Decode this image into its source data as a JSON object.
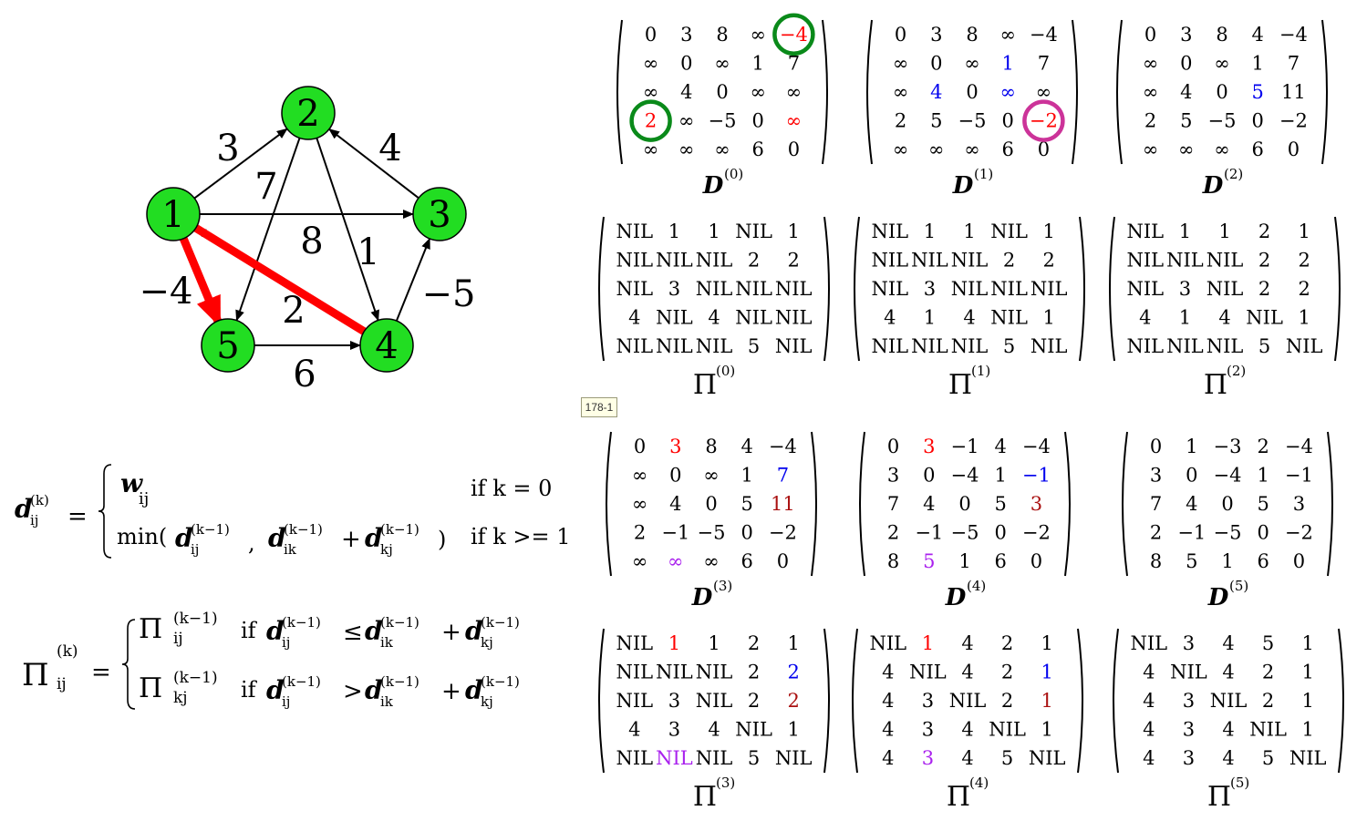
{
  "graph": {
    "nodes": [
      {
        "id": "1",
        "label": "1"
      },
      {
        "id": "2",
        "label": "2"
      },
      {
        "id": "3",
        "label": "3"
      },
      {
        "id": "4",
        "label": "4"
      },
      {
        "id": "5",
        "label": "5"
      }
    ],
    "edges": [
      {
        "from": "1",
        "to": "2",
        "weight": "3"
      },
      {
        "from": "3",
        "to": "2",
        "weight": "4"
      },
      {
        "from": "1",
        "to": "3",
        "weight": "8"
      },
      {
        "from": "2",
        "to": "5",
        "weight": "7"
      },
      {
        "from": "2",
        "to": "4",
        "weight": "1"
      },
      {
        "from": "1",
        "to": "5",
        "weight": "−4"
      },
      {
        "from": "4",
        "to": "3",
        "weight": "−5"
      },
      {
        "from": "4",
        "to": "1",
        "weight": "2"
      },
      {
        "from": "5",
        "to": "4",
        "weight": "6"
      }
    ],
    "highlight_path": [
      "4",
      "1",
      "5"
    ],
    "colors": {
      "node_fill": "#22dd22",
      "node_stroke": "#000000",
      "highlight": "#ff0000"
    }
  },
  "tooltip": {
    "text": "178-1"
  },
  "formulas": {
    "d": {
      "lhs": "d",
      "lhs_sub": "ij",
      "lhs_sup": "(k)",
      "case1_expr": "w",
      "case1_sub": "ij",
      "case1_cond": "if k = 0",
      "case2_text": "min(",
      "case2_cond": "if k >= 1",
      "km1": "(k−1)",
      "sub_ij": "ij",
      "sub_ik": "ik",
      "sub_kj": "kj",
      "comma": ",",
      "plus": "+",
      "close": ")"
    },
    "pi": {
      "lhs": "Π",
      "lhs_sub": "ij",
      "lhs_sup": "(k)",
      "if": "if",
      "le": "≤",
      "gt": ">",
      "plus": "+",
      "km1": "(k−1)",
      "sub_ij": "ij",
      "sub_ik": "ik",
      "sub_kj": "kj",
      "sub_kj2": "kj"
    }
  },
  "matrices": [
    {
      "name": "D",
      "sup": "(0)",
      "kind": "D",
      "rows": [
        [
          "0",
          "3",
          "8",
          "∞",
          "−4"
        ],
        [
          "∞",
          "0",
          "∞",
          "1",
          "7"
        ],
        [
          "∞",
          "4",
          "0",
          "∞",
          "∞"
        ],
        [
          "2",
          "∞",
          "−5",
          "0",
          "∞"
        ],
        [
          "∞",
          "∞",
          "∞",
          "6",
          "0"
        ]
      ],
      "colored": [
        {
          "r": 0,
          "c": 4,
          "color": "#ff0000"
        },
        {
          "r": 3,
          "c": 0,
          "color": "#ff0000"
        },
        {
          "r": 3,
          "c": 4,
          "color": "#ff0000"
        }
      ],
      "circles": [
        {
          "r": 0,
          "c": 4,
          "color": "#0a8a1a"
        },
        {
          "r": 3,
          "c": 0,
          "color": "#0a8a1a"
        }
      ]
    },
    {
      "name": "D",
      "sup": "(1)",
      "kind": "D",
      "rows": [
        [
          "0",
          "3",
          "8",
          "∞",
          "−4"
        ],
        [
          "∞",
          "0",
          "∞",
          "1",
          "7"
        ],
        [
          "∞",
          "4",
          "0",
          "∞",
          "∞"
        ],
        [
          "2",
          "5",
          "−5",
          "0",
          "−2"
        ],
        [
          "∞",
          "∞",
          "∞",
          "6",
          "0"
        ]
      ],
      "colored": [
        {
          "r": 1,
          "c": 3,
          "color": "#0000ee"
        },
        {
          "r": 2,
          "c": 1,
          "color": "#0000ee"
        },
        {
          "r": 2,
          "c": 3,
          "color": "#0000ee"
        },
        {
          "r": 3,
          "c": 4,
          "color": "#ff0000"
        }
      ],
      "circles": [
        {
          "r": 3,
          "c": 4,
          "color": "#cc3399"
        }
      ]
    },
    {
      "name": "D",
      "sup": "(2)",
      "kind": "D",
      "rows": [
        [
          "0",
          "3",
          "8",
          "4",
          "−4"
        ],
        [
          "∞",
          "0",
          "∞",
          "1",
          "7"
        ],
        [
          "∞",
          "4",
          "0",
          "5",
          "11"
        ],
        [
          "2",
          "5",
          "−5",
          "0",
          "−2"
        ],
        [
          "∞",
          "∞",
          "∞",
          "6",
          "0"
        ]
      ],
      "colored": [
        {
          "r": 2,
          "c": 3,
          "color": "#0000ee"
        }
      ],
      "circles": []
    },
    {
      "name": "Π",
      "sup": "(0)",
      "kind": "P",
      "rows": [
        [
          "NIL",
          "1",
          "1",
          "NIL",
          "1"
        ],
        [
          "NIL",
          "NIL",
          "NIL",
          "2",
          "2"
        ],
        [
          "NIL",
          "3",
          "NIL",
          "NIL",
          "NIL"
        ],
        [
          "4",
          "NIL",
          "4",
          "NIL",
          "NIL"
        ],
        [
          "NIL",
          "NIL",
          "NIL",
          "5",
          "NIL"
        ]
      ],
      "colored": [],
      "circles": []
    },
    {
      "name": "Π",
      "sup": "(1)",
      "kind": "P",
      "rows": [
        [
          "NIL",
          "1",
          "1",
          "NIL",
          "1"
        ],
        [
          "NIL",
          "NIL",
          "NIL",
          "2",
          "2"
        ],
        [
          "NIL",
          "3",
          "NIL",
          "NIL",
          "NIL"
        ],
        [
          "4",
          "1",
          "4",
          "NIL",
          "1"
        ],
        [
          "NIL",
          "NIL",
          "NIL",
          "5",
          "NIL"
        ]
      ],
      "colored": [],
      "circles": []
    },
    {
      "name": "Π",
      "sup": "(2)",
      "kind": "P",
      "rows": [
        [
          "NIL",
          "1",
          "1",
          "2",
          "1"
        ],
        [
          "NIL",
          "NIL",
          "NIL",
          "2",
          "2"
        ],
        [
          "NIL",
          "3",
          "NIL",
          "2",
          "2"
        ],
        [
          "4",
          "1",
          "4",
          "NIL",
          "1"
        ],
        [
          "NIL",
          "NIL",
          "NIL",
          "5",
          "NIL"
        ]
      ],
      "colored": [],
      "circles": []
    },
    {
      "name": "D",
      "sup": "(3)",
      "kind": "D",
      "rows": [
        [
          "0",
          "3",
          "8",
          "4",
          "−4"
        ],
        [
          "∞",
          "0",
          "∞",
          "1",
          "7"
        ],
        [
          "∞",
          "4",
          "0",
          "5",
          "11"
        ],
        [
          "2",
          "−1",
          "−5",
          "0",
          "−2"
        ],
        [
          "∞",
          "∞",
          "∞",
          "6",
          "0"
        ]
      ],
      "colored": [
        {
          "r": 0,
          "c": 1,
          "color": "#ff0000"
        },
        {
          "r": 1,
          "c": 4,
          "color": "#0000ee"
        },
        {
          "r": 2,
          "c": 4,
          "color": "#aa1111"
        },
        {
          "r": 4,
          "c": 1,
          "color": "#aa22ee"
        }
      ],
      "circles": []
    },
    {
      "name": "D",
      "sup": "(4)",
      "kind": "D",
      "rows": [
        [
          "0",
          "3",
          "−1",
          "4",
          "−4"
        ],
        [
          "3",
          "0",
          "−4",
          "1",
          "−1"
        ],
        [
          "7",
          "4",
          "0",
          "5",
          "3"
        ],
        [
          "2",
          "−1",
          "−5",
          "0",
          "−2"
        ],
        [
          "8",
          "5",
          "1",
          "6",
          "0"
        ]
      ],
      "colored": [
        {
          "r": 0,
          "c": 1,
          "color": "#ff0000"
        },
        {
          "r": 1,
          "c": 4,
          "color": "#0000ee"
        },
        {
          "r": 2,
          "c": 4,
          "color": "#aa1111"
        },
        {
          "r": 4,
          "c": 1,
          "color": "#aa22ee"
        }
      ],
      "circles": []
    },
    {
      "name": "D",
      "sup": "(5)",
      "kind": "D",
      "rows": [
        [
          "0",
          "1",
          "−3",
          "2",
          "−4"
        ],
        [
          "3",
          "0",
          "−4",
          "1",
          "−1"
        ],
        [
          "7",
          "4",
          "0",
          "5",
          "3"
        ],
        [
          "2",
          "−1",
          "−5",
          "0",
          "−2"
        ],
        [
          "8",
          "5",
          "1",
          "6",
          "0"
        ]
      ],
      "colored": [],
      "circles": []
    },
    {
      "name": "Π",
      "sup": "(3)",
      "kind": "P",
      "rows": [
        [
          "NIL",
          "1",
          "1",
          "2",
          "1"
        ],
        [
          "NIL",
          "NIL",
          "NIL",
          "2",
          "2"
        ],
        [
          "NIL",
          "3",
          "NIL",
          "2",
          "2"
        ],
        [
          "4",
          "3",
          "4",
          "NIL",
          "1"
        ],
        [
          "NIL",
          "NIL",
          "NIL",
          "5",
          "NIL"
        ]
      ],
      "colored": [
        {
          "r": 0,
          "c": 1,
          "color": "#ff0000"
        },
        {
          "r": 1,
          "c": 4,
          "color": "#0000ee"
        },
        {
          "r": 2,
          "c": 4,
          "color": "#aa1111"
        },
        {
          "r": 4,
          "c": 1,
          "color": "#aa22ee"
        }
      ],
      "circles": []
    },
    {
      "name": "Π",
      "sup": "(4)",
      "kind": "P",
      "rows": [
        [
          "NIL",
          "1",
          "4",
          "2",
          "1"
        ],
        [
          "4",
          "NIL",
          "4",
          "2",
          "1"
        ],
        [
          "4",
          "3",
          "NIL",
          "2",
          "1"
        ],
        [
          "4",
          "3",
          "4",
          "NIL",
          "1"
        ],
        [
          "4",
          "3",
          "4",
          "5",
          "NIL"
        ]
      ],
      "colored": [
        {
          "r": 0,
          "c": 1,
          "color": "#ff0000"
        },
        {
          "r": 1,
          "c": 4,
          "color": "#0000ee"
        },
        {
          "r": 2,
          "c": 4,
          "color": "#aa1111"
        },
        {
          "r": 4,
          "c": 1,
          "color": "#aa22ee"
        }
      ],
      "circles": []
    },
    {
      "name": "Π",
      "sup": "(5)",
      "kind": "P",
      "rows": [
        [
          "NIL",
          "3",
          "4",
          "5",
          "1"
        ],
        [
          "4",
          "NIL",
          "4",
          "2",
          "1"
        ],
        [
          "4",
          "3",
          "NIL",
          "2",
          "1"
        ],
        [
          "4",
          "3",
          "4",
          "NIL",
          "1"
        ],
        [
          "4",
          "3",
          "4",
          "5",
          "NIL"
        ]
      ],
      "colored": [],
      "circles": []
    }
  ]
}
